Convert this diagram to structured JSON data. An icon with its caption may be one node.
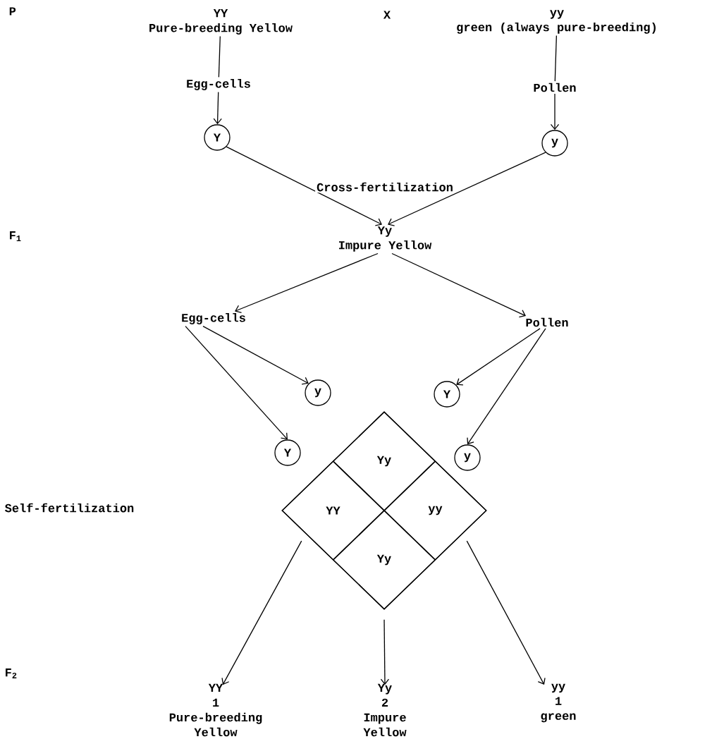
{
  "diagram": {
    "nodes": [
      {
        "text": [
          "YY",
          "Pure-breeding Yellow"
        ]
      },
      {
        "text": [
          "yy",
          "green (always pure-breeding)"
        ]
      },
      {
        "text": [
          "Egg-cells"
        ]
      },
      {
        "text": [
          "Pollen"
        ]
      },
      {
        "text": [
          "Y"
        ]
      },
      {
        "text": [
          "y"
        ]
      },
      {
        "text": [
          "Yy",
          "Impure Yellow"
        ]
      },
      {
        "text": [
          "Egg-cells"
        ]
      },
      {
        "text": [
          "Pollen"
        ]
      },
      {
        "text": [
          "y"
        ]
      },
      {
        "text": [
          "Y"
        ]
      },
      {
        "text": [
          "Y"
        ]
      },
      {
        "text": [
          "y"
        ]
      },
      {
        "text": [],
        "shape": "diamond"
      },
      {
        "text": [
          "Yy"
        ],
        "in": 13
      },
      {
        "text": [
          "YY"
        ],
        "in": 13
      },
      {
        "text": [
          "yy"
        ],
        "in": 13
      },
      {
        "text": [
          "Yy"
        ],
        "in": 13
      },
      {
        "text": [
          "YY",
          "1",
          "Pure-breeding Yellow"
        ]
      },
      {
        "text": [
          "Yy",
          "2",
          "Impure Yellow"
        ]
      },
      {
        "text": [
          "yy",
          "1",
          "green"
        ]
      }
    ],
    "edges": [
      {
        "from": 0,
        "to": 2,
        "arrow": "none"
      },
      {
        "from": 1,
        "to": 3,
        "arrow": "none"
      },
      {
        "from": 2,
        "to": 4,
        "arrow": "to"
      },
      {
        "from": 3,
        "to": 5,
        "arrow": "to"
      },
      {
        "from": 4,
        "to": 6,
        "arrow": "to"
      },
      {
        "from": 5,
        "to": 6,
        "arrow": "to"
      },
      {
        "from": 6,
        "to": 7,
        "arrow": "to"
      },
      {
        "from": 6,
        "to": 8,
        "arrow": "to"
      },
      {
        "from": 7,
        "to": 9,
        "arrow": "to"
      },
      {
        "from": 7,
        "to": 11,
        "arrow": "to"
      },
      {
        "from": 8,
        "to": 10,
        "arrow": "to"
      },
      {
        "from": 8,
        "to": 12,
        "arrow": "to"
      },
      {
        "from": 13,
        "to": 18,
        "arrow": "to"
      },
      {
        "from": 13,
        "to": 19,
        "arrow": "to"
      },
      {
        "from": 13,
        "to": 20,
        "arrow": "to"
      }
    ],
    "labels": [
      "P",
      "X",
      "Cross-fertilization",
      "F$_{1}$",
      "Self-fertilization",
      "F$_{2}$"
    ]
  }
}
